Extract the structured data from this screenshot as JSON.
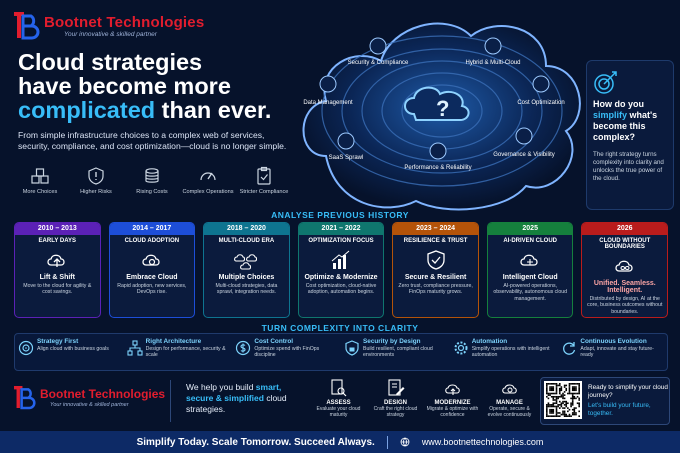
{
  "brand": {
    "name": "Bootnet Technologies",
    "tagline": "Your innovative & skilled partner",
    "accent": "#e11d2e"
  },
  "hero": {
    "line1": "Cloud strategies",
    "line2": "have become more",
    "line3_highlight": "complicated",
    "line3_rest": " than ever.",
    "subtitle": "From simple infrastructure choices to a complex web of services, security, compliance, and cost optimization—cloud is no longer simple."
  },
  "challenges": [
    {
      "label": "More Choices",
      "icon": "boxes-icon"
    },
    {
      "label": "Higher Risks",
      "icon": "shield-alert-icon"
    },
    {
      "label": "Rising Costs",
      "icon": "coins-icon"
    },
    {
      "label": "Complex Operations",
      "icon": "gauge-icon"
    },
    {
      "label": "Stricter Compliance",
      "icon": "clipboard-check-icon"
    }
  ],
  "maze_labels": {
    "security": "Security & Compliance",
    "hybrid": "Hybrid & Multi-Cloud",
    "data": "Data Management",
    "cost": "Cost Optimization",
    "saas": "SaaS Sprawl",
    "perf": "Performance & Reliability",
    "gov": "Governance & Visibility",
    "question": "?"
  },
  "callout": {
    "q1": "How do you ",
    "q_highlight": "simplify",
    "q2": " what's become this complex?",
    "body": "The right strategy turns complexity into clarity and unlocks the true power of the cloud."
  },
  "timeline": {
    "title": "ANALYSE PREVIOUS HISTORY",
    "items": [
      {
        "year": "2010 – 2013",
        "era": "EARLY DAYS",
        "head": "Lift & Shift",
        "desc": "Move to the cloud for agility & cost savings.",
        "color": "#5b21b6",
        "icon": "upload-cloud-icon"
      },
      {
        "year": "2014 – 2017",
        "era": "CLOUD ADOPTION",
        "head": "Embrace Cloud",
        "desc": "Rapid adoption, new services, DevOps rise.",
        "color": "#1d4ed8",
        "icon": "cloud-gear-icon"
      },
      {
        "year": "2018 – 2020",
        "era": "MULTI-CLOUD ERA",
        "head": "Multiple Choices",
        "desc": "Multi-cloud strategies, data sprawl, integration needs.",
        "color": "#0e7490",
        "icon": "multi-cloud-icon"
      },
      {
        "year": "2021 – 2022",
        "era": "OPTIMIZATION FOCUS",
        "head": "Optimize & Modernize",
        "desc": "Cost optimization, cloud-native adoption, automation begins.",
        "color": "#0f766e",
        "icon": "chart-bars-icon"
      },
      {
        "year": "2023 – 2024",
        "era": "RESILIENCE & TRUST",
        "head": "Secure & Resilient",
        "desc": "Zero trust, compliance pressure, FinOps maturity grows.",
        "color": "#b45309",
        "icon": "shield-icon"
      },
      {
        "year": "2025",
        "era": "AI-DRIVEN CLOUD",
        "head": "Intelligent Cloud",
        "desc": "AI-powered operations, observability, autonomous cloud management.",
        "color": "#15803d",
        "icon": "brain-cloud-icon"
      },
      {
        "year": "2026",
        "era": "CLOUD WITHOUT BOUNDARIES",
        "head": "Unified. Seamless. Intelligent.",
        "desc": "Distributed by design, AI at the core, business outcomes without boundaries.",
        "color": "#b91c1c",
        "icon": "infinity-cloud-icon"
      }
    ]
  },
  "clarity": {
    "title": "TURN COMPLEXITY INTO CLARITY",
    "items": [
      {
        "title": "Strategy First",
        "desc": "Align cloud with business goals",
        "icon": "target-icon"
      },
      {
        "title": "Right Architecture",
        "desc": "Design for performance, security & scale",
        "icon": "network-icon"
      },
      {
        "title": "Cost Control",
        "desc": "Optimize spend with FinOps discipline",
        "icon": "dollar-icon"
      },
      {
        "title": "Security by Design",
        "desc": "Build resilient, compliant cloud environments",
        "icon": "lock-shield-icon"
      },
      {
        "title": "Automation",
        "desc": "Simplify operations with intelligent automation",
        "icon": "gear-icon"
      },
      {
        "title": "Continuous Evolution",
        "desc": "Adapt, innovate and stay future-ready",
        "icon": "refresh-icon"
      }
    ]
  },
  "bottom": {
    "msg1": "We help you build ",
    "msg_hl": "smart, secure & simplified",
    "msg2": " cloud strategies.",
    "steps": [
      {
        "name": "ASSESS",
        "desc": "Evaluate your cloud maturity",
        "icon": "search-doc-icon"
      },
      {
        "name": "DESIGN",
        "desc": "Craft the right cloud strategy",
        "icon": "pencil-doc-icon"
      },
      {
        "name": "MODERNIZE",
        "desc": "Migrate & optimize with confidence",
        "icon": "cloud-upload-icon"
      },
      {
        "name": "MANAGE",
        "desc": "Operate, secure & evolve continuously",
        "icon": "cloud-gear-icon"
      }
    ],
    "qr_line1": "Ready to simplify your cloud journey?",
    "qr_line2": "Let's build your future, together."
  },
  "footer": {
    "slogan": "Simplify Today. Scale Tomorrow. Succeed Always.",
    "url": "www.bootnettechnologies.com"
  }
}
